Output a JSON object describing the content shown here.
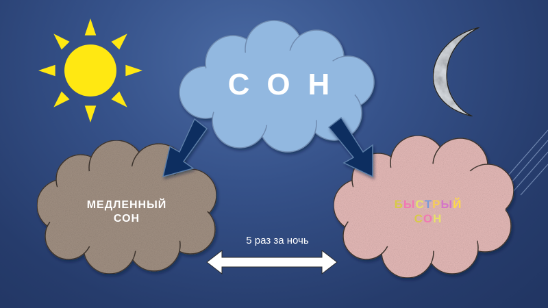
{
  "title": "СОН",
  "slow_sleep": {
    "line1": "МЕДЛЕННЫЙ",
    "line2": "СОН"
  },
  "fast_sleep": {
    "line1": "БЫСТРЫЙ",
    "line2": "СОН",
    "letter_colors": [
      "#d8c94a",
      "#f07ab2",
      "#e8e06a",
      "#7a9ad8",
      "#f5cc5a",
      "#d474c8",
      "#ffd84a"
    ]
  },
  "cycle_caption": "5 раз за ночь",
  "colors": {
    "background": "#2c4478",
    "sun": "#ffe812",
    "main_cloud": "#92b8e0",
    "slow_cloud": "#9b8a7e",
    "fast_cloud": "#dcb0ae",
    "arrow": "#0c2e60",
    "moon": "#d8dde2"
  },
  "icons": {
    "sun": "sun-icon",
    "moon": "crescent-moon-icon",
    "double_arrow": "double-arrow-icon"
  }
}
